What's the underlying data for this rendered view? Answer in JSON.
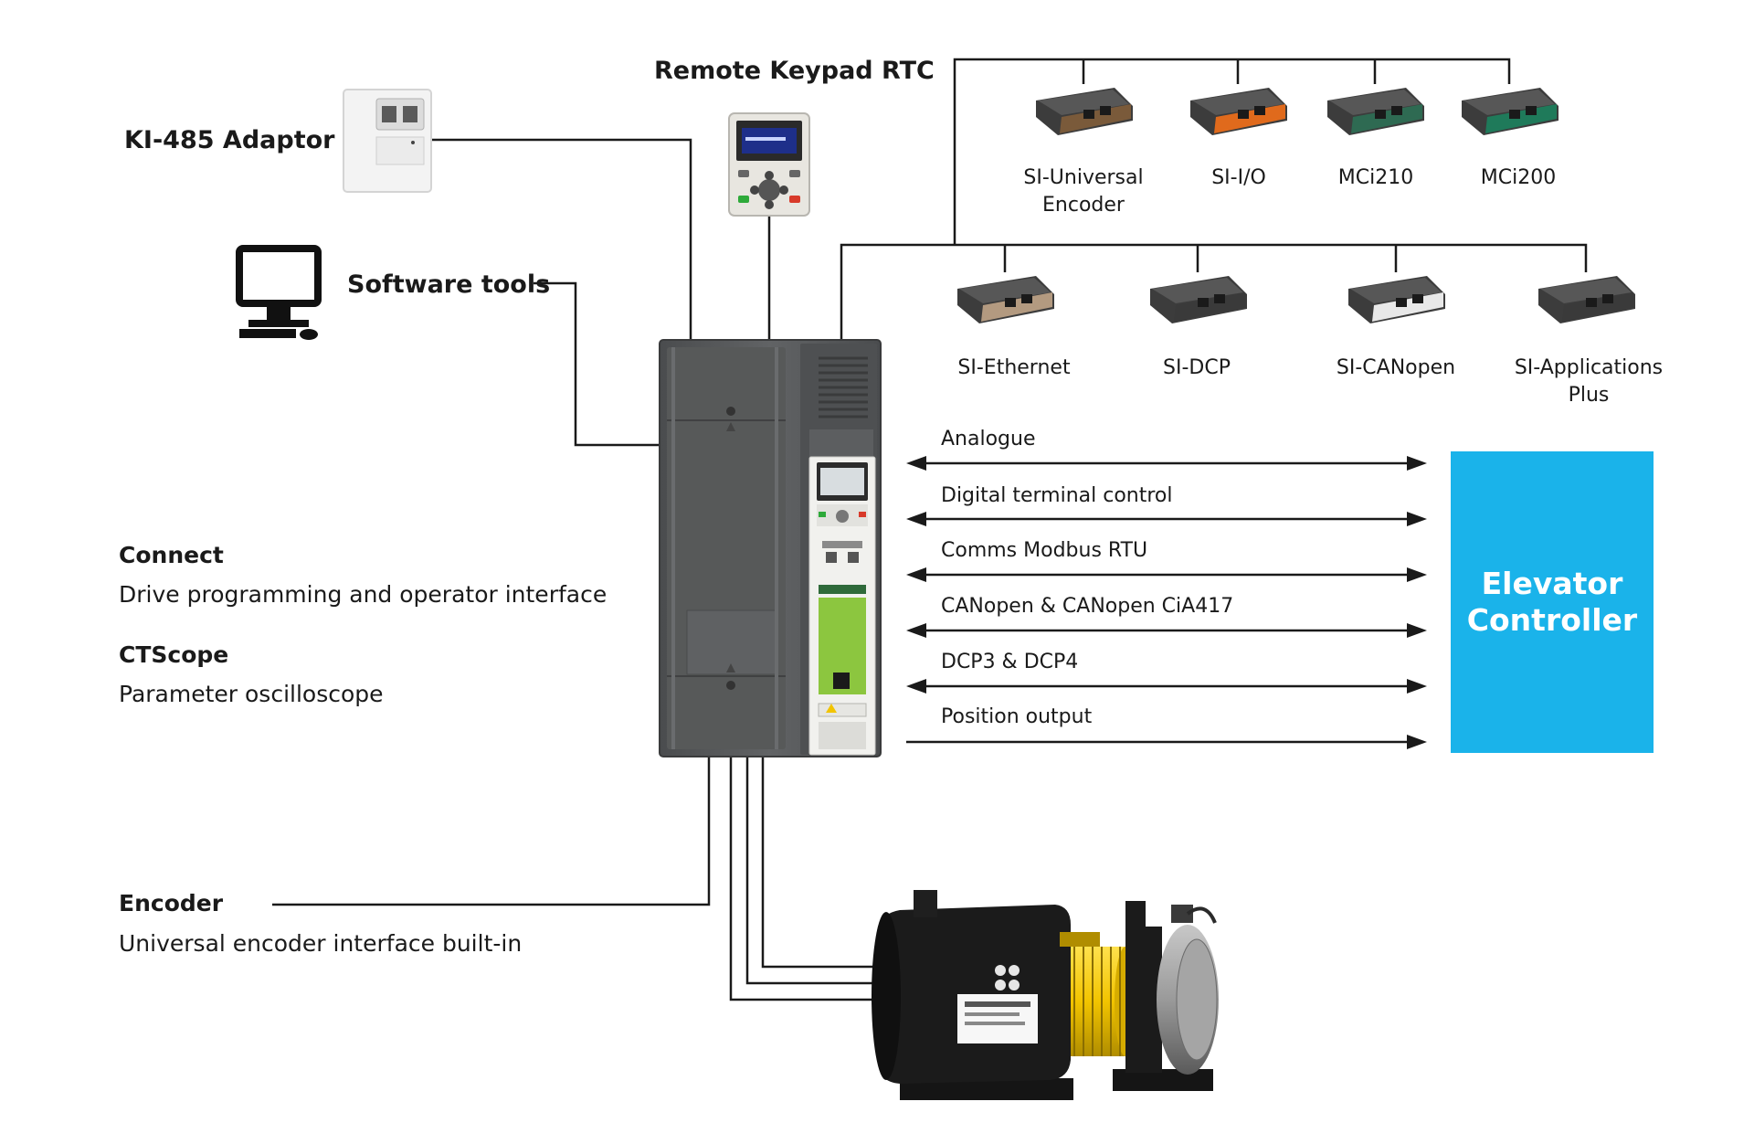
{
  "devices": {
    "ki485": "KI-485 Adaptor",
    "keypad": "Remote Keypad RTC",
    "software": "Software tools"
  },
  "modules_top": [
    {
      "line1": "SI-Universal",
      "line2": "Encoder",
      "color": "#7a5a3a"
    },
    {
      "line1": "SI-I/O",
      "line2": "",
      "color": "#e06a1c"
    },
    {
      "line1": "MCi210",
      "line2": "",
      "color": "#2e6a52"
    },
    {
      "line1": "MCi200",
      "line2": "",
      "color": "#1f7a5a"
    }
  ],
  "modules_bottom": [
    {
      "line1": "SI-Ethernet",
      "line2": "",
      "color": "#b39a80"
    },
    {
      "line1": "SI-DCP",
      "line2": "",
      "color": "#3a3a3a"
    },
    {
      "line1": "SI-CANopen",
      "line2": "",
      "color": "#e8e8e8"
    },
    {
      "line1": "SI-Applications",
      "line2": "Plus",
      "color": "#3a3a3a"
    }
  ],
  "signals": [
    {
      "label": "Analogue",
      "bidirectional": true
    },
    {
      "label": "Digital terminal control",
      "bidirectional": true
    },
    {
      "label": "Comms Modbus RTU",
      "bidirectional": true
    },
    {
      "label": "CANopen & CANopen CiA417",
      "bidirectional": true
    },
    {
      "label": "DCP3 & DCP4",
      "bidirectional": true
    },
    {
      "label": "Position output",
      "bidirectional": false
    }
  ],
  "controller": {
    "line1": "Elevator",
    "line2": "Controller",
    "color": "#1ab3ea"
  },
  "left_sections": {
    "connect_title": "Connect",
    "connect_desc": "Drive programming and operator interface",
    "ctscope_title": "CTScope",
    "ctscope_desc": "Parameter oscilloscope",
    "encoder_title": "Encoder",
    "encoder_desc": "Universal encoder interface built-in"
  },
  "colors": {
    "line": "#1a1a1a",
    "drive_body": "#56585a",
    "motor_yellow": "#f2c400"
  }
}
